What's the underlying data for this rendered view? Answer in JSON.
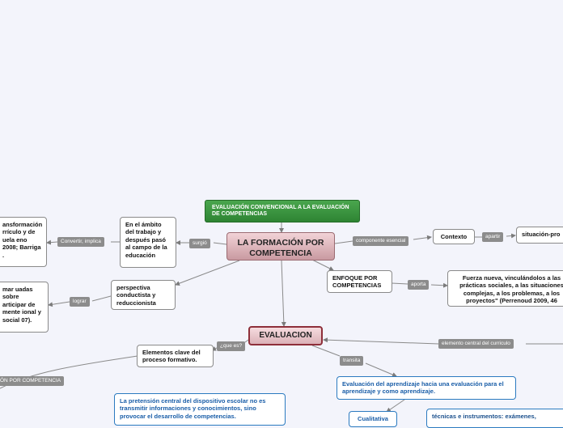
{
  "nodes": {
    "conventional": "EVALUACIÓN CONVENCIONAL A LA EVALUACIÓN DE COMPETENCIAS",
    "main_topic": "LA FORMACIÓN POR COMPETENCIA",
    "context": "Contexto",
    "situation": "situación-pro",
    "approach": "ENFOQUE POR COMPETENCIAS",
    "new_force": "Fuerza nueva, vinculándolos a las prácticas sociales, a las situaciones complejas, a los problemas, a los proyectos\" (Perrenoud 2009, 46",
    "work_field": "En el ámbito del trabajo y después pasó al campo de la educación",
    "transformation": "ansformación rrículo y de uela eno 2008; Barriga .",
    "perspective": "perspectiva conductista y reduccionista",
    "proposals": "mar uadas sobre articipar de mente ional y social 07).",
    "evaluacion": "EVALUACION",
    "key_elements": "Elementos clave del proceso formativo.",
    "learning_eval": "Evaluación del aprendizaje hacia una evaluación para el aprendizaje y como aprendizaje.",
    "pretension": "La pretensión central del dispositivo escolar no es transmitir informaciones y conocimientos, sino provocar el desarrollo de competencias.",
    "qualitative": "Cualitativa",
    "techniques": "técnicas e instrumentos: exámenes,"
  },
  "labels": {
    "essential_component": "componente esencial",
    "from": "apartir",
    "provides": "aporta",
    "arose": "surgió",
    "convert": "Convertir, implica",
    "achieve": "lograr",
    "what_is": "¿que es?",
    "central_element": "elemento central del curriculo",
    "transits": "transita",
    "competence_formation": "ÓN POR COMPETENCIA"
  }
}
